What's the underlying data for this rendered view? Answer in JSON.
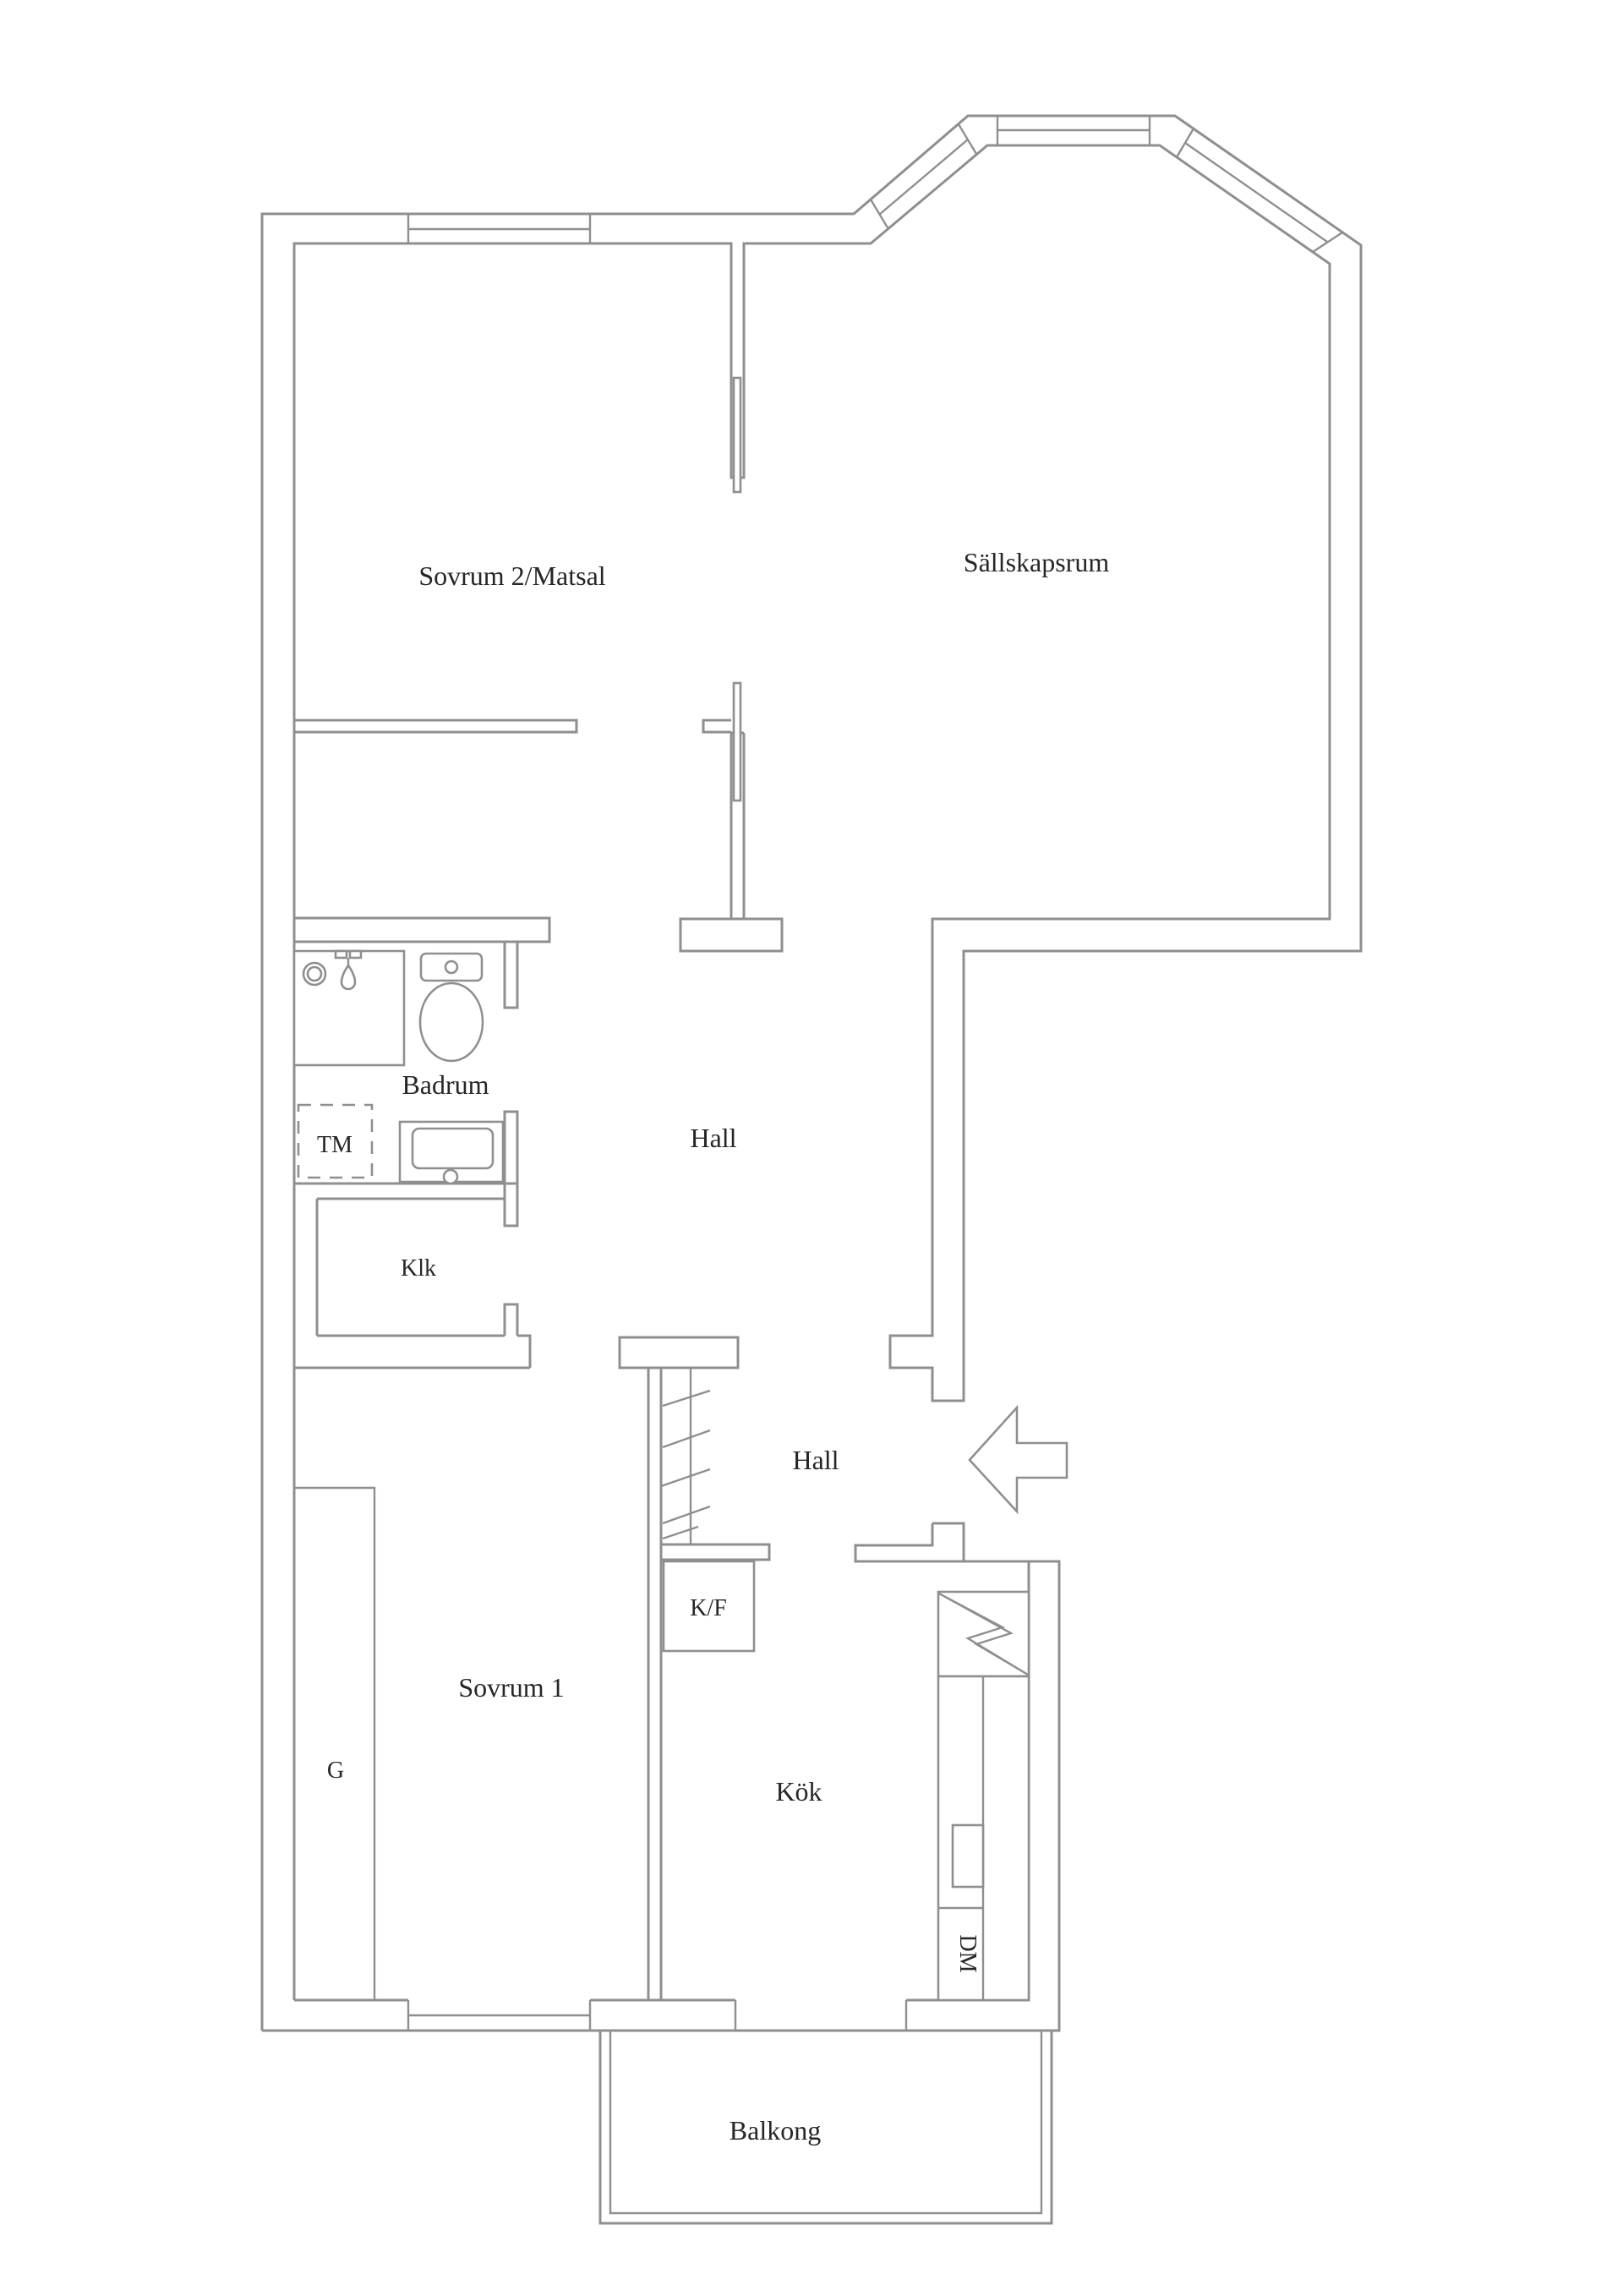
{
  "floorplan": {
    "type": "apartment-floor-plan",
    "language": "Swedish",
    "colors": {
      "line": "#8f8f8f",
      "text": "#262626",
      "background": "#ffffff"
    },
    "rooms": [
      {
        "id": "sovrum2",
        "label": "Sovrum 2/Matsal"
      },
      {
        "id": "sallskapsrum",
        "label": "Sällskapsrum"
      },
      {
        "id": "badrum",
        "label": "Badrum"
      },
      {
        "id": "hall_upper",
        "label": "Hall"
      },
      {
        "id": "klk",
        "label": "Klk"
      },
      {
        "id": "hall_lower",
        "label": "Hall"
      },
      {
        "id": "sovrum1",
        "label": "Sovrum 1"
      },
      {
        "id": "kok",
        "label": "Kök"
      },
      {
        "id": "balkong",
        "label": "Balkong"
      }
    ],
    "fixtures": [
      {
        "id": "tm",
        "label": "TM"
      },
      {
        "id": "kf",
        "label": "K/F"
      },
      {
        "id": "g",
        "label": "G"
      },
      {
        "id": "dm",
        "label": "DM"
      }
    ],
    "symbols": [
      {
        "id": "entrance-arrow",
        "meaning": "entrance direction arrow"
      },
      {
        "id": "stove-lightning",
        "meaning": "electric stove symbol"
      }
    ]
  }
}
